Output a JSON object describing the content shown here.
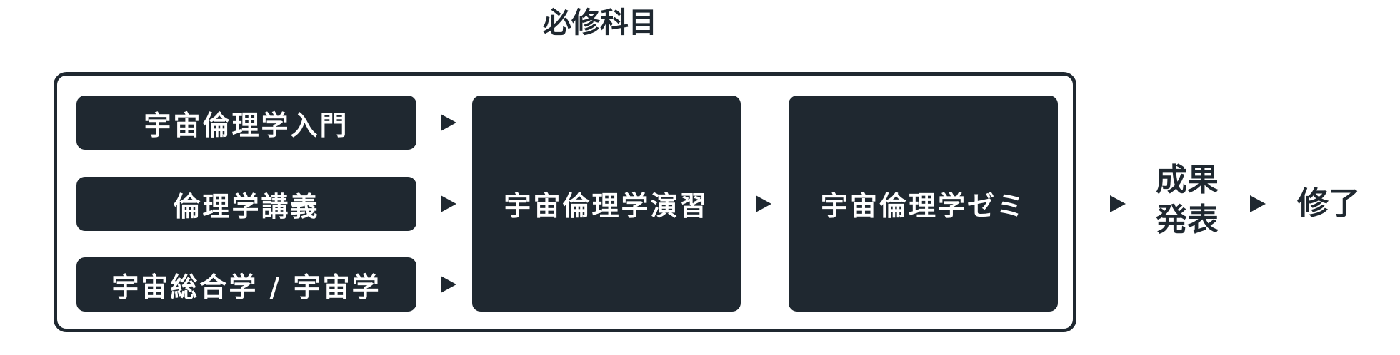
{
  "diagram": {
    "title": "必修科目",
    "intro_courses": [
      "宇宙倫理学入門",
      "倫理学講義",
      "宇宙総合学 / 宇宙学"
    ],
    "practice_course": "宇宙倫理学演習",
    "seminar_course": "宇宙倫理学ゼミ",
    "presentation": {
      "line1": "成果",
      "line2": "発表"
    },
    "completion": "修了"
  }
}
